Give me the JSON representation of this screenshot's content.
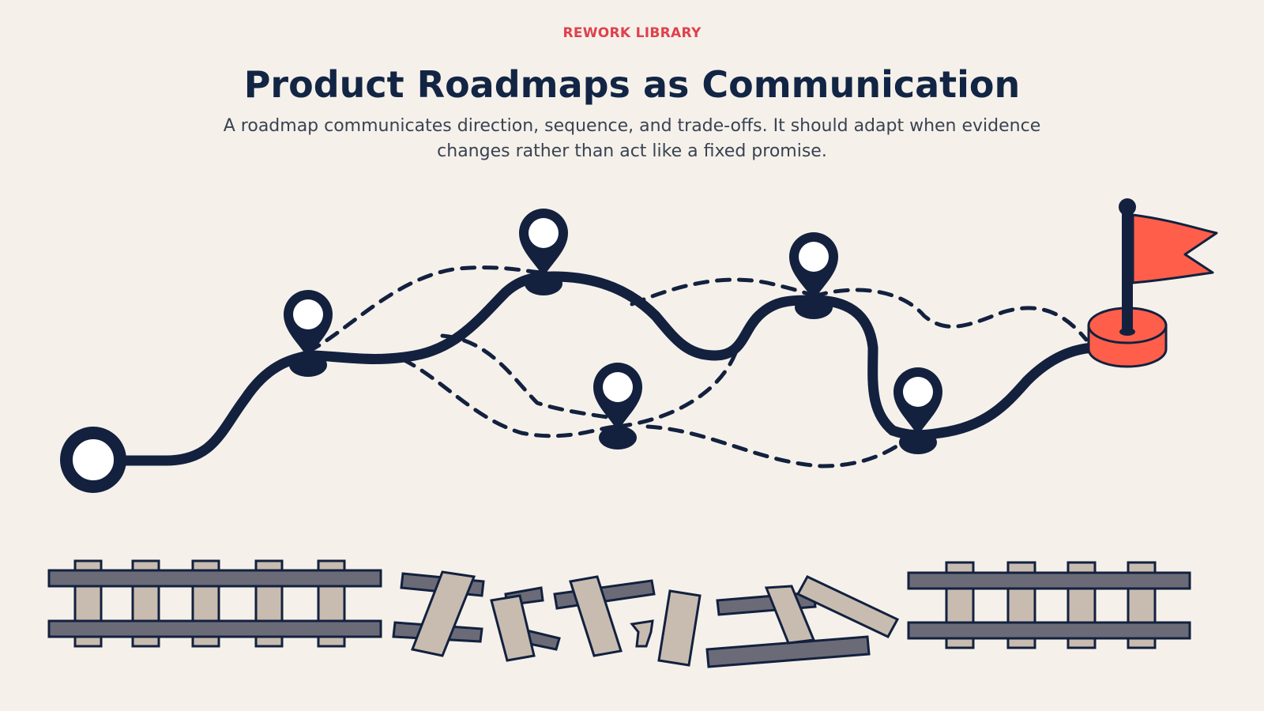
{
  "header": {
    "eyebrow": "REWORK LIBRARY",
    "title": "Product Roadmaps as Communication",
    "subtitle": "A roadmap communicates direction, sequence, and trade-offs. It should adapt when evidence changes rather than act like a fixed promise."
  },
  "colors": {
    "background": "#f5f1ea",
    "ink": "#13213f",
    "eyebrow": "#e0404c",
    "flag": "#ff5f4a",
    "tie": "#c8bcb0",
    "rail": "#555866"
  },
  "icons": [
    "start-circle-icon",
    "map-pin-icon",
    "goal-flag-icon",
    "railway-track-icon",
    "broken-track-icon"
  ]
}
